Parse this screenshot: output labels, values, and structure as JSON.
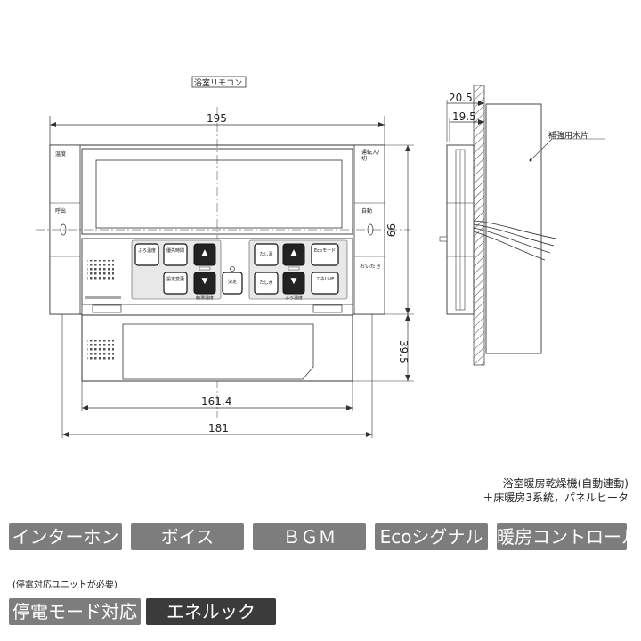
{
  "drawing": {
    "title_tag": "浴室リモコン",
    "dimensions": {
      "top_width": "195",
      "inner_width": "161.4",
      "bottom_width": "181",
      "height_right": "99",
      "lower_height": "39.5",
      "depth_outer": "20.5",
      "depth_inner": "19.5"
    },
    "side_label": "補強用木片",
    "left_labels": [
      "温度",
      "呼出"
    ],
    "right_labels": [
      "運転入/切",
      "自動",
      "おいだき"
    ],
    "buttons": {
      "b1": "ふろ温度",
      "b2": "優先時間",
      "b3": "設定変更",
      "b4": "決定",
      "b5": "たし湯",
      "b6": "たし水",
      "b7": "Ecoモード",
      "b8": "エネLIVE"
    },
    "under_labels": [
      "給湯温度",
      "ふろ温度"
    ],
    "arrow_up": "▲",
    "arrow_down": "▼"
  },
  "caption": {
    "line1": "浴室暖房乾燥機(自動連動)",
    "line2": "＋床暖房3系統，パネルヒータ"
  },
  "features_row1": [
    "インターホン",
    "ボイス",
    "ＢＧＭ",
    "Ecoシグナル",
    "暖房コントロール"
  ],
  "note": "(停電対応ユニットが必要)",
  "features_row2": [
    "停電モード対応",
    "エネルック"
  ]
}
